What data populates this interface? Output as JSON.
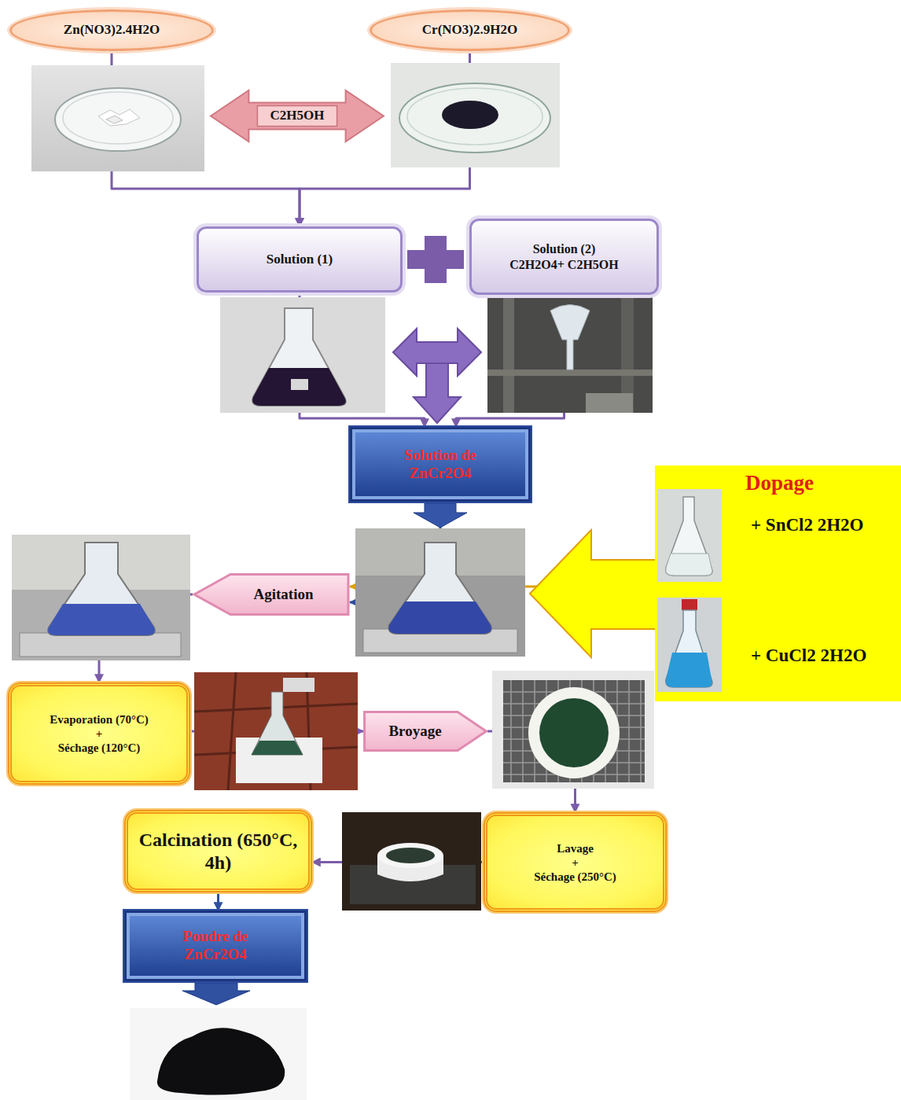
{
  "diagram": {
    "nodes": [
      {
        "text": [
          "Zn(NO3)2.4H2O"
        ]
      },
      {
        "text": [
          "Cr(NO3)2.9H2O"
        ]
      },
      {
        "text": [
          "C2H5OH"
        ]
      },
      {
        "text": [
          "Solution (1)"
        ]
      },
      {
        "text": [
          "Solution (2)",
          "C2H2O4+ C2H5OH"
        ]
      },
      {
        "text": [
          "Solution de ZnCr2O4"
        ]
      },
      {
        "text": [
          "Dopage",
          "+ SnCl2 2H2O",
          "+ CuCl2 2H2O"
        ]
      },
      {
        "text": [
          "Agitation"
        ]
      },
      {
        "text": [
          "Evaporation (70°C)",
          "+",
          "Séchage (120°C)"
        ]
      },
      {
        "text": [
          "Broyage"
        ]
      },
      {
        "text": [
          "Lavage",
          "+",
          "Séchage (250°C)"
        ]
      },
      {
        "text": [
          "Calcination (650°C, 4h)"
        ]
      },
      {
        "text": [
          "Poudre de ZnCr2O4"
        ]
      }
    ],
    "edges": [
      {
        "from": 0,
        "to": 3,
        "arrow": "to"
      },
      {
        "from": 1,
        "to": 3,
        "arrow": "to"
      },
      {
        "from": 3,
        "to": 5,
        "arrow": "to"
      },
      {
        "from": 4,
        "to": 5,
        "arrow": "to"
      },
      {
        "from": 5,
        "to": 7,
        "arrow": "to"
      },
      {
        "from": 6,
        "to": 7,
        "arrow": "to"
      },
      {
        "from": 7,
        "to": 8,
        "arrow": "to"
      },
      {
        "from": 8,
        "to": 9,
        "arrow": "to"
      },
      {
        "from": 9,
        "to": 10,
        "arrow": "to"
      },
      {
        "from": 10,
        "to": 11,
        "arrow": "to"
      },
      {
        "from": 11,
        "to": 12,
        "arrow": "to"
      }
    ]
  }
}
